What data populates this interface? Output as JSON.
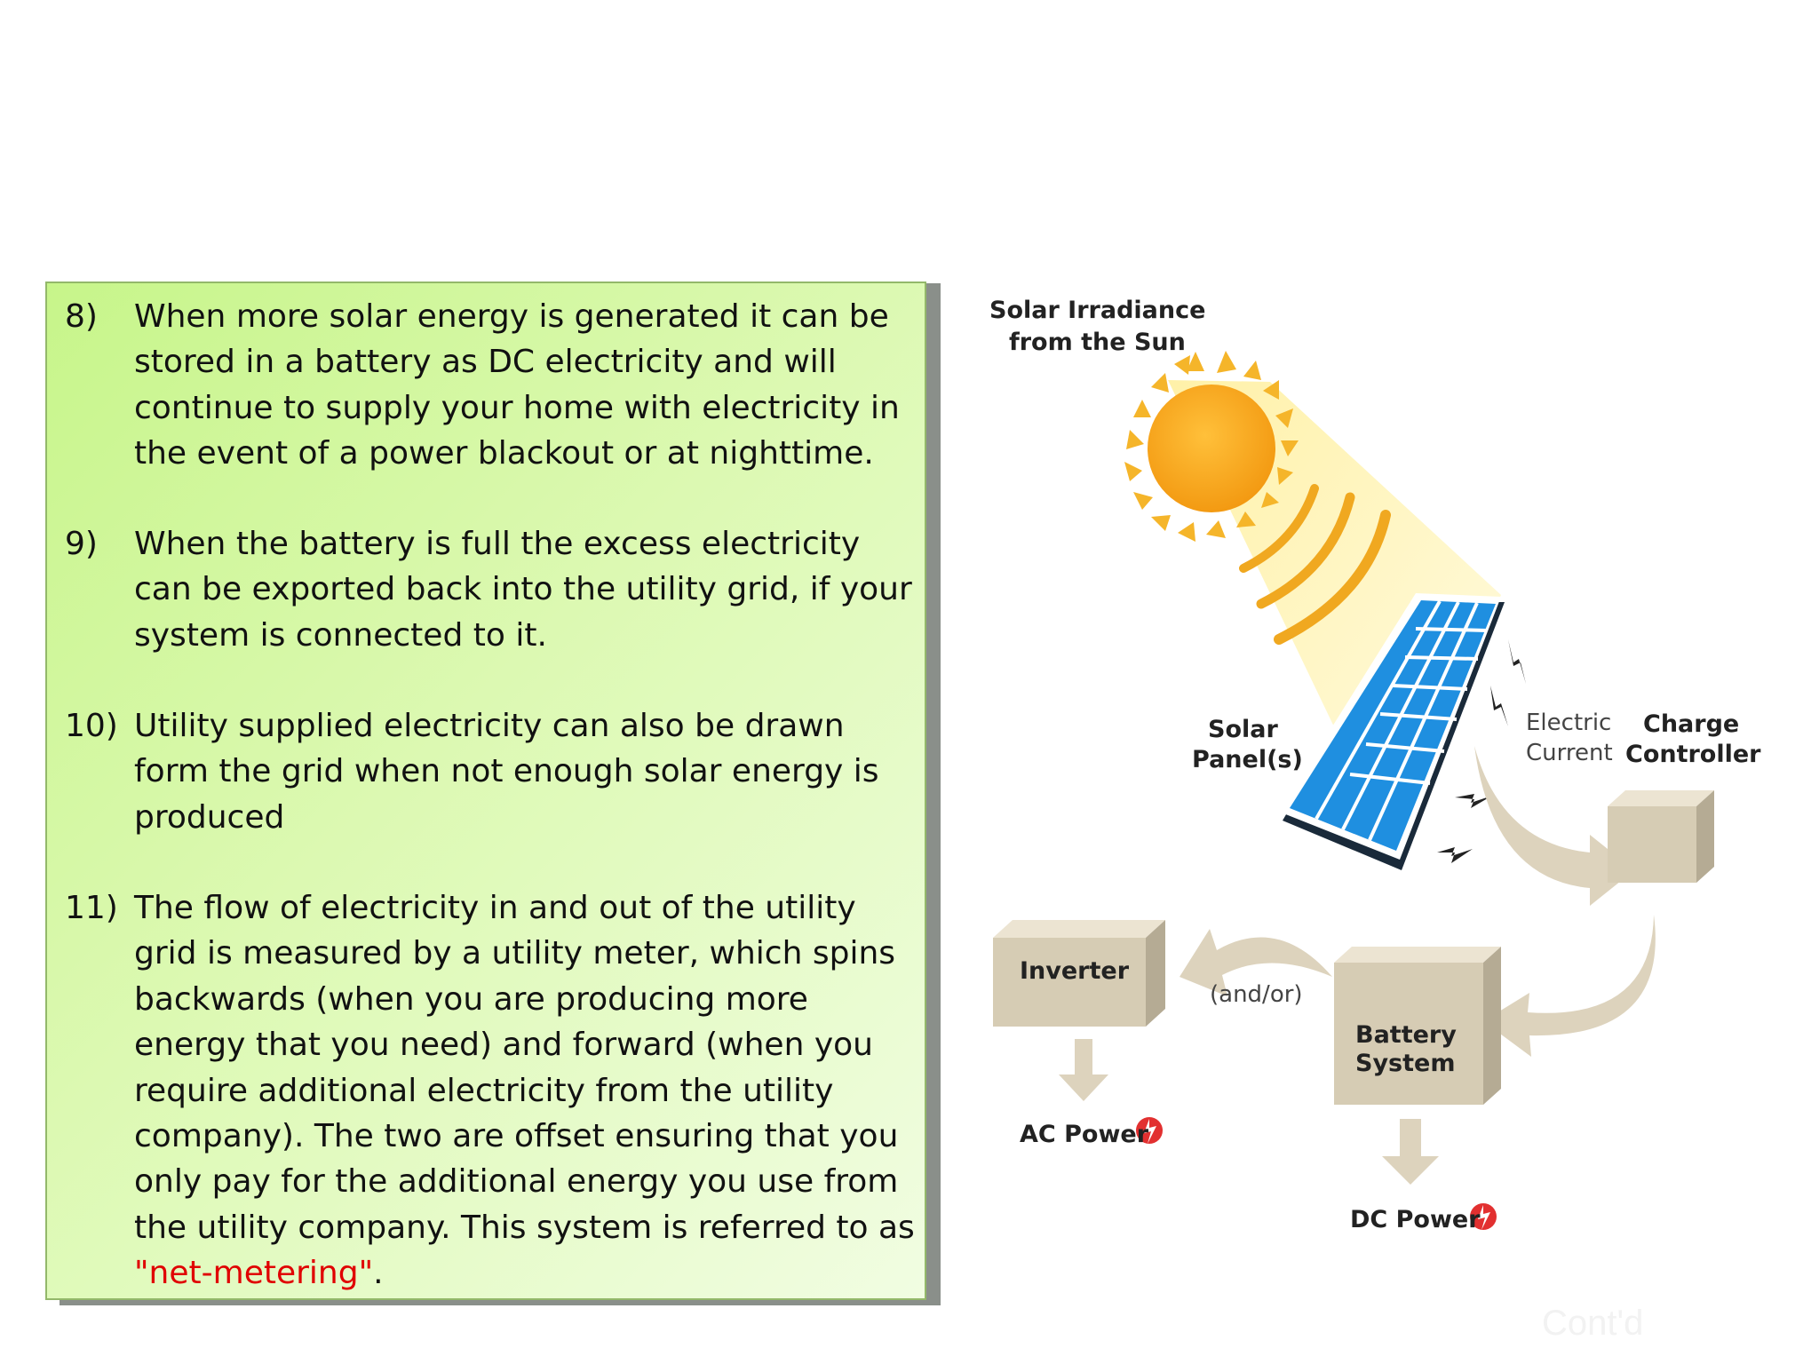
{
  "items": [
    {
      "number": "8)",
      "text": "When more solar energy is generated it can be stored in a battery as DC electricity and will continue to supply your home with electricity in the event of a power blackout or at nighttime."
    },
    {
      "number": "9)",
      "text": "When the battery is full the excess electricity can be exported back into the utility grid, if your system is connected to it."
    },
    {
      "number": "10)",
      "text": "Utility supplied electricity can also be drawn form the grid when not enough solar energy is produced"
    },
    {
      "number": "11)",
      "text": "The flow of electricity in and out of the utility grid is measured by a utility meter, which spins backwards (when you are producing more energy that you need) and forward (when you require additional electricity from the utility company). The two are offset ensuring that you only pay for the additional energy you use from the utility company. This system is referred to as ",
      "highlight": "\"net-metering\"",
      "after": "."
    }
  ],
  "diagram": {
    "sun_label_line1": "Solar Irradiance",
    "sun_label_line2": "from the Sun",
    "panel_label_line1": "Solar",
    "panel_label_line2": "Panel(s)",
    "current_label_line1": "Electric",
    "current_label_line2": "Current",
    "controller_label_line1": "Charge",
    "controller_label_line2": "Controller",
    "inverter_label": "Inverter",
    "andor_label": "(and/or)",
    "battery_label_line1": "Battery",
    "battery_label_line2": "System",
    "ac_label": "AC Power",
    "dc_label": "DC Power"
  },
  "footer": {
    "contd": "Cont'd"
  },
  "colors": {
    "box_top": "#c7f58a",
    "highlight": "#e00000",
    "sun": "#f5a623",
    "panel": "#1e88e5",
    "box_fill": "#d8d0bc"
  }
}
